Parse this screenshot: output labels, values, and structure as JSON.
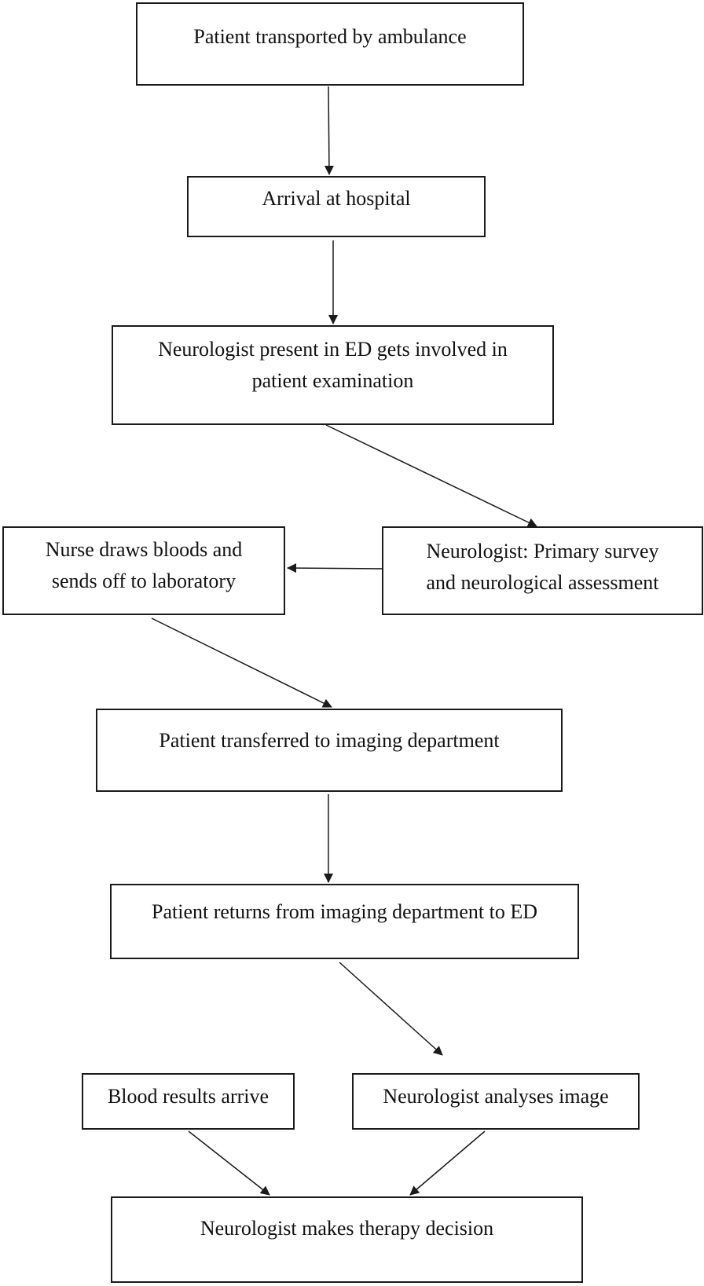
{
  "diagram": {
    "nodes": {
      "ambulance": {
        "lines": [
          "Patient transported by ambulance"
        ]
      },
      "arrival": {
        "lines": [
          "Arrival at hospital"
        ]
      },
      "neuro_ed": {
        "lines": [
          "Neurologist present in ED gets involved in",
          "patient examination"
        ]
      },
      "primary": {
        "lines": [
          "Neurologist: Primary survey",
          "and neurological assessment"
        ]
      },
      "nurse": {
        "lines": [
          "Nurse draws bloods and",
          "sends off to laboratory"
        ]
      },
      "imaging": {
        "lines": [
          "Patient transferred to imaging department"
        ]
      },
      "returns": {
        "lines": [
          "Patient returns from imaging department to ED"
        ]
      },
      "blood": {
        "lines": [
          "Blood results arrive"
        ]
      },
      "analyses": {
        "lines": [
          "Neurologist analyses image"
        ]
      },
      "decision": {
        "lines": [
          "Neurologist makes therapy decision"
        ]
      }
    },
    "edges": [
      {
        "from": "ambulance",
        "to": "arrival"
      },
      {
        "from": "arrival",
        "to": "neuro_ed"
      },
      {
        "from": "neuro_ed",
        "to": "primary"
      },
      {
        "from": "primary",
        "to": "nurse"
      },
      {
        "from": "nurse",
        "to": "imaging"
      },
      {
        "from": "imaging",
        "to": "returns"
      },
      {
        "from": "returns",
        "to": "analyses"
      },
      {
        "from": "blood",
        "to": "decision"
      },
      {
        "from": "analyses",
        "to": "decision"
      }
    ],
    "colors": {
      "stroke": "#1a1a1a",
      "background": "#ffffff"
    }
  }
}
